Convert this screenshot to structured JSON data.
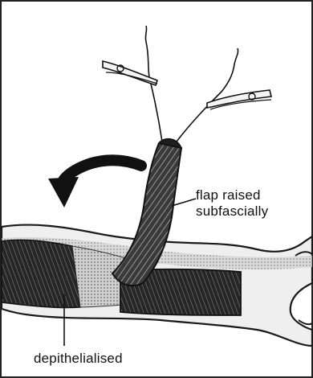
{
  "labels": {
    "flap_line1": "flap raised",
    "flap_line2": "subfascially",
    "depithelialised": "depithelialised"
  },
  "colors": {
    "ink": "#111111",
    "skin_shade": "#d9d9d9",
    "flap_hatch": "#2b2b2b",
    "background": "#ffffff"
  },
  "icons": {
    "forceps": "forceps-icon",
    "arrow": "curved-arrow-icon"
  }
}
